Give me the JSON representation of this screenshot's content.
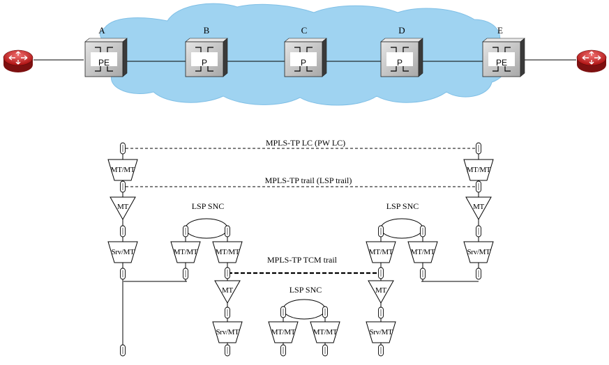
{
  "nodes": [
    {
      "letter": "A",
      "role": "PE"
    },
    {
      "letter": "B",
      "role": "P"
    },
    {
      "letter": "C",
      "role": "P"
    },
    {
      "letter": "D",
      "role": "P"
    },
    {
      "letter": "E",
      "role": "PE"
    }
  ],
  "trails": {
    "lc": "MPLS-TP LC (PW LC)",
    "lsp": "MPLS-TP trail (LSP trail)",
    "tcm": "MPLS-TP TCM trail"
  },
  "snc_label": "LSP SNC",
  "functions": {
    "mtmt": "MT/MT",
    "mt": "MT",
    "srvmt": "Srv/MT"
  },
  "icons": {
    "router": "router-icon",
    "switch": "switch-box-icon",
    "cloud": "network-cloud"
  },
  "colors": {
    "cloud": "#9fd3f1",
    "box_front": "#c4c4c4",
    "box_side": "#3e3e3e",
    "router": "#cc2222"
  }
}
